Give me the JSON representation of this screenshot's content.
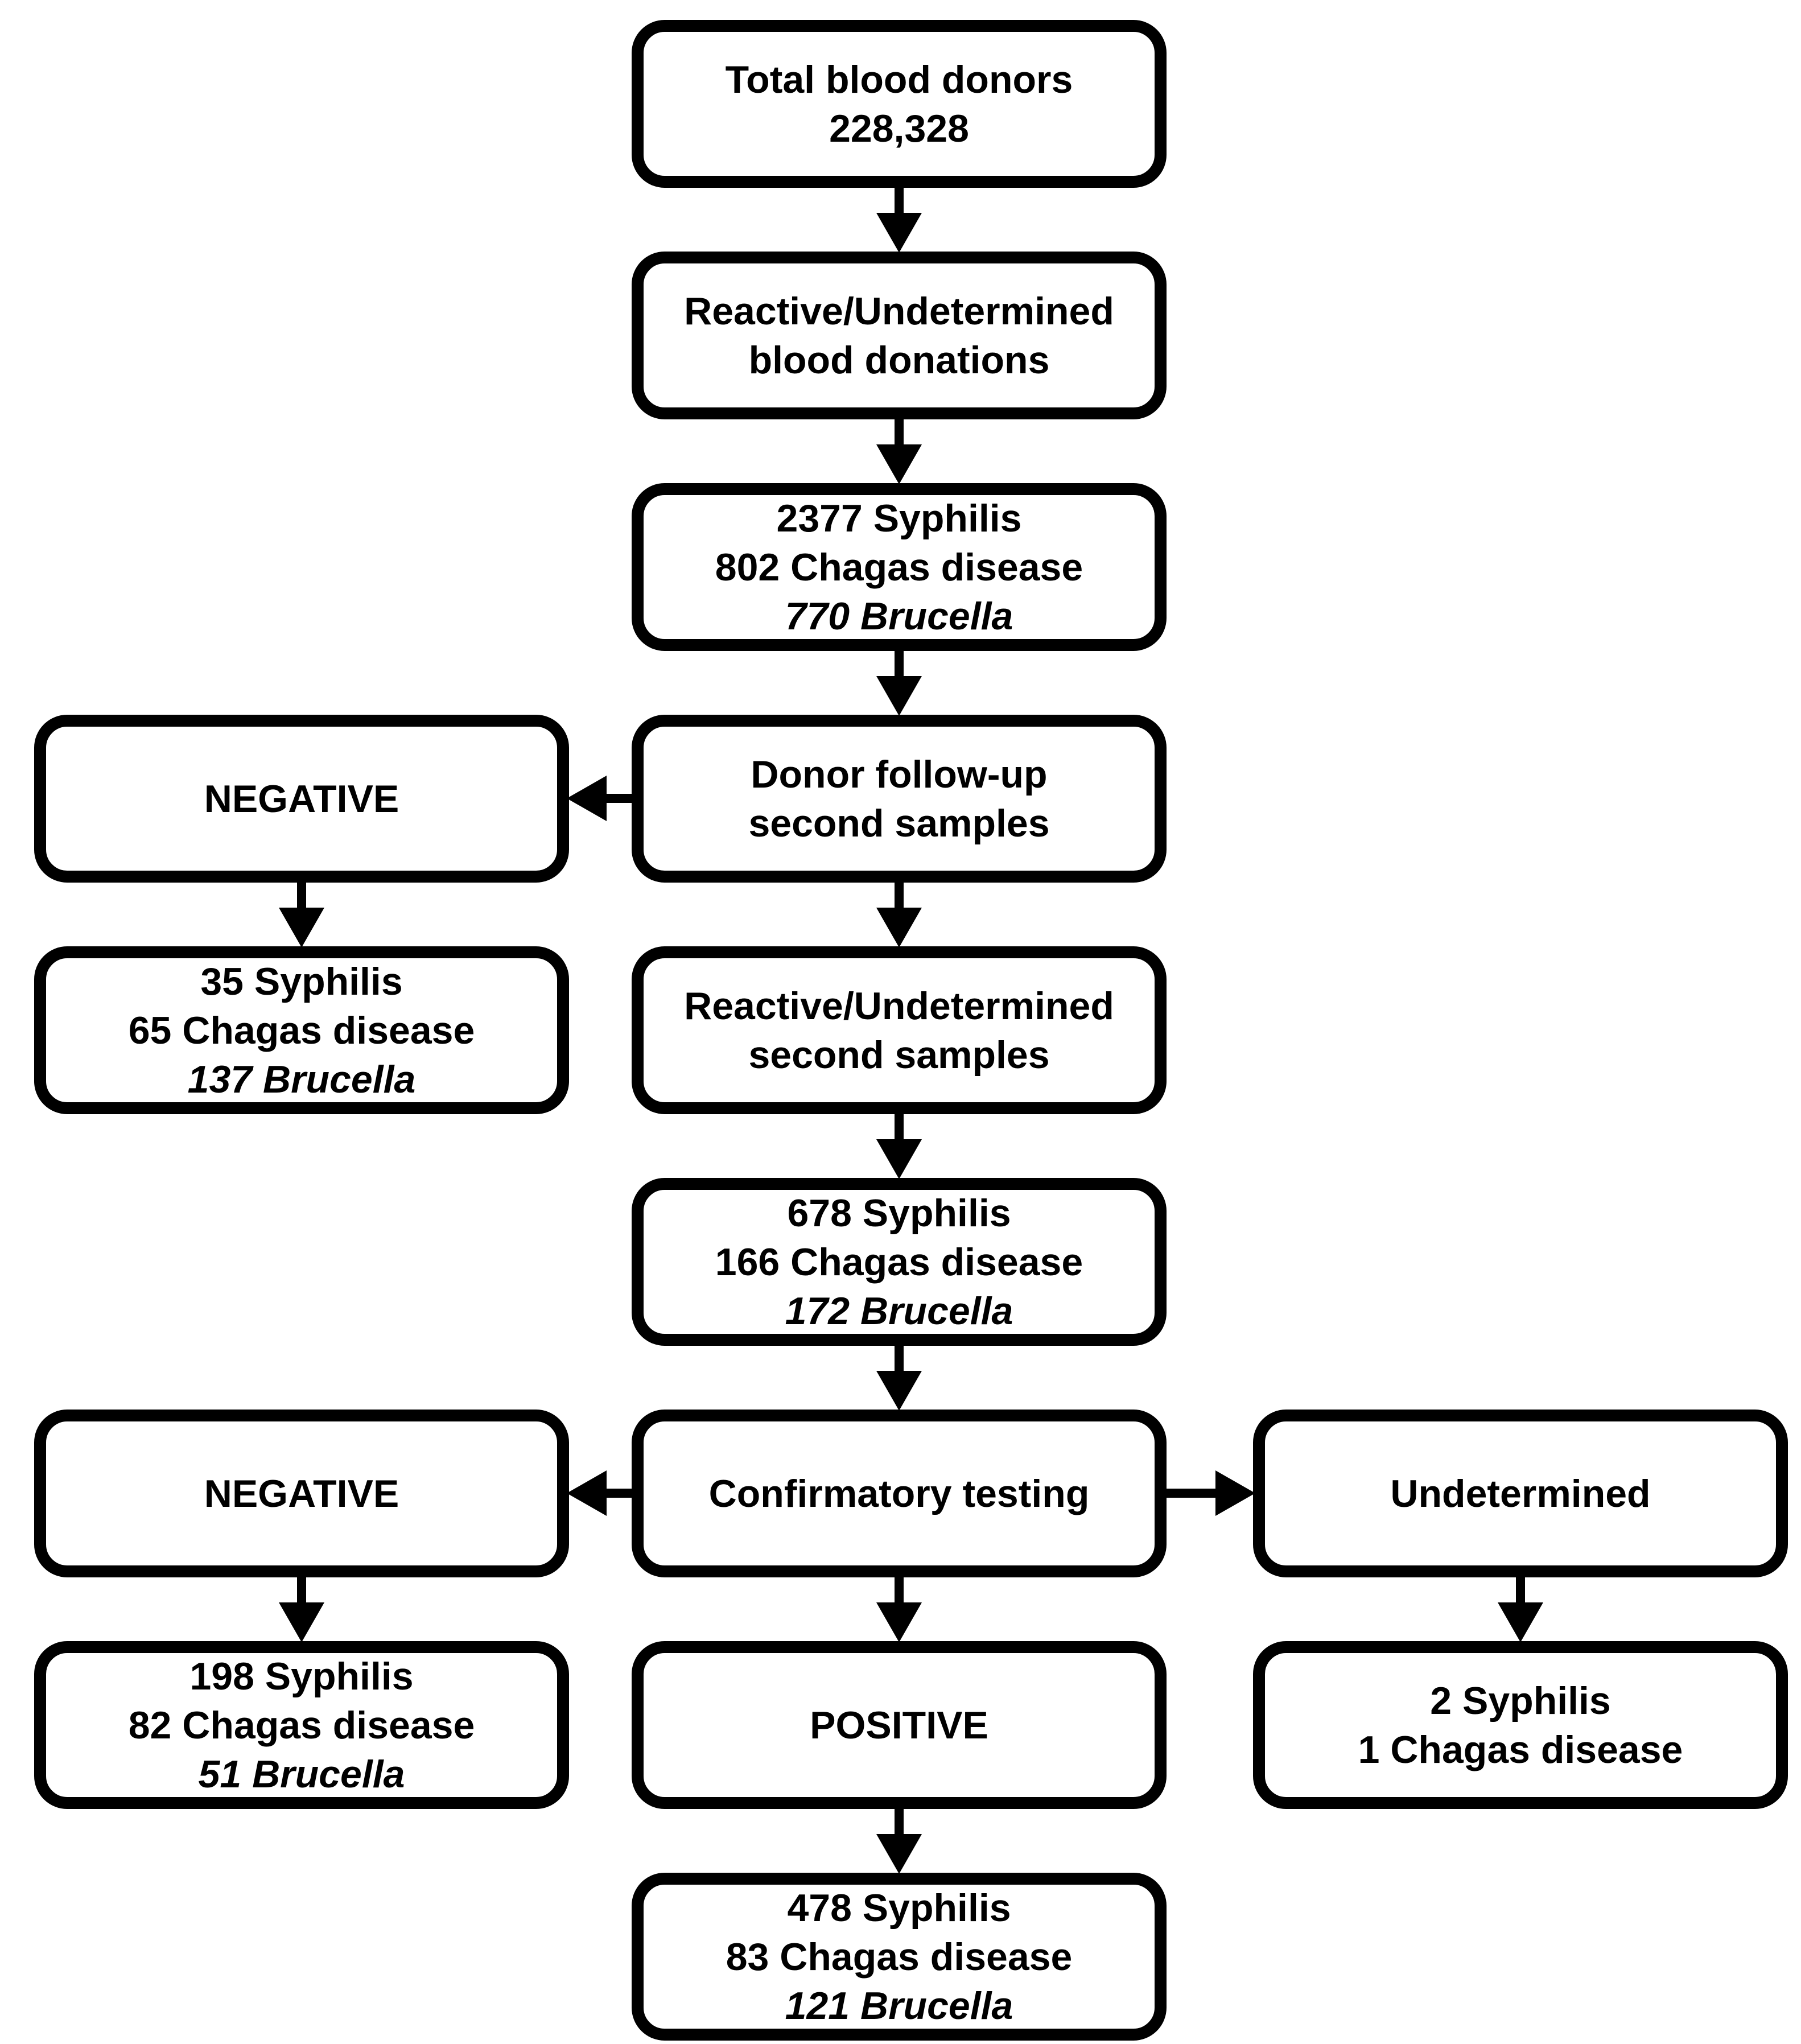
{
  "figure": {
    "type": "flowchart",
    "colors": {
      "line": "#000000",
      "background": "#ffffff",
      "text": "#000000"
    }
  },
  "nodes": {
    "total_donors": {
      "lines": [
        "Total blood donors",
        "228,328"
      ]
    },
    "reactive_donations": {
      "lines": [
        "Reactive/Undetermined",
        "blood donations"
      ]
    },
    "screening_counts": {
      "lines": [
        "2377 Syphilis",
        "802 Chagas disease",
        "770 Brucella"
      ]
    },
    "negative_followup": {
      "lines": [
        "NEGATIVE"
      ]
    },
    "donor_followup": {
      "lines": [
        "Donor follow-up",
        "second samples"
      ]
    },
    "negative_followup_counts": {
      "lines": [
        "35 Syphilis",
        "65 Chagas disease",
        "137 Brucella"
      ]
    },
    "reactive_second": {
      "lines": [
        "Reactive/Undetermined",
        "second samples"
      ]
    },
    "second_sample_counts": {
      "lines": [
        "678 Syphilis",
        "166 Chagas disease",
        "172 Brucella"
      ]
    },
    "negative_confirmatory": {
      "lines": [
        "NEGATIVE"
      ]
    },
    "confirmatory_testing": {
      "lines": [
        "Confirmatory testing"
      ]
    },
    "undetermined": {
      "lines": [
        "Undetermined"
      ]
    },
    "negative_confirmatory_counts": {
      "lines": [
        "198 Syphilis",
        "82 Chagas disease",
        "51 Brucella"
      ]
    },
    "positive": {
      "lines": [
        "POSITIVE"
      ]
    },
    "undetermined_counts": {
      "lines": [
        "2 Syphilis",
        "1 Chagas disease"
      ]
    },
    "positive_counts": {
      "lines": [
        "478 Syphilis",
        "83 Chagas disease",
        "121 Brucella"
      ]
    }
  }
}
